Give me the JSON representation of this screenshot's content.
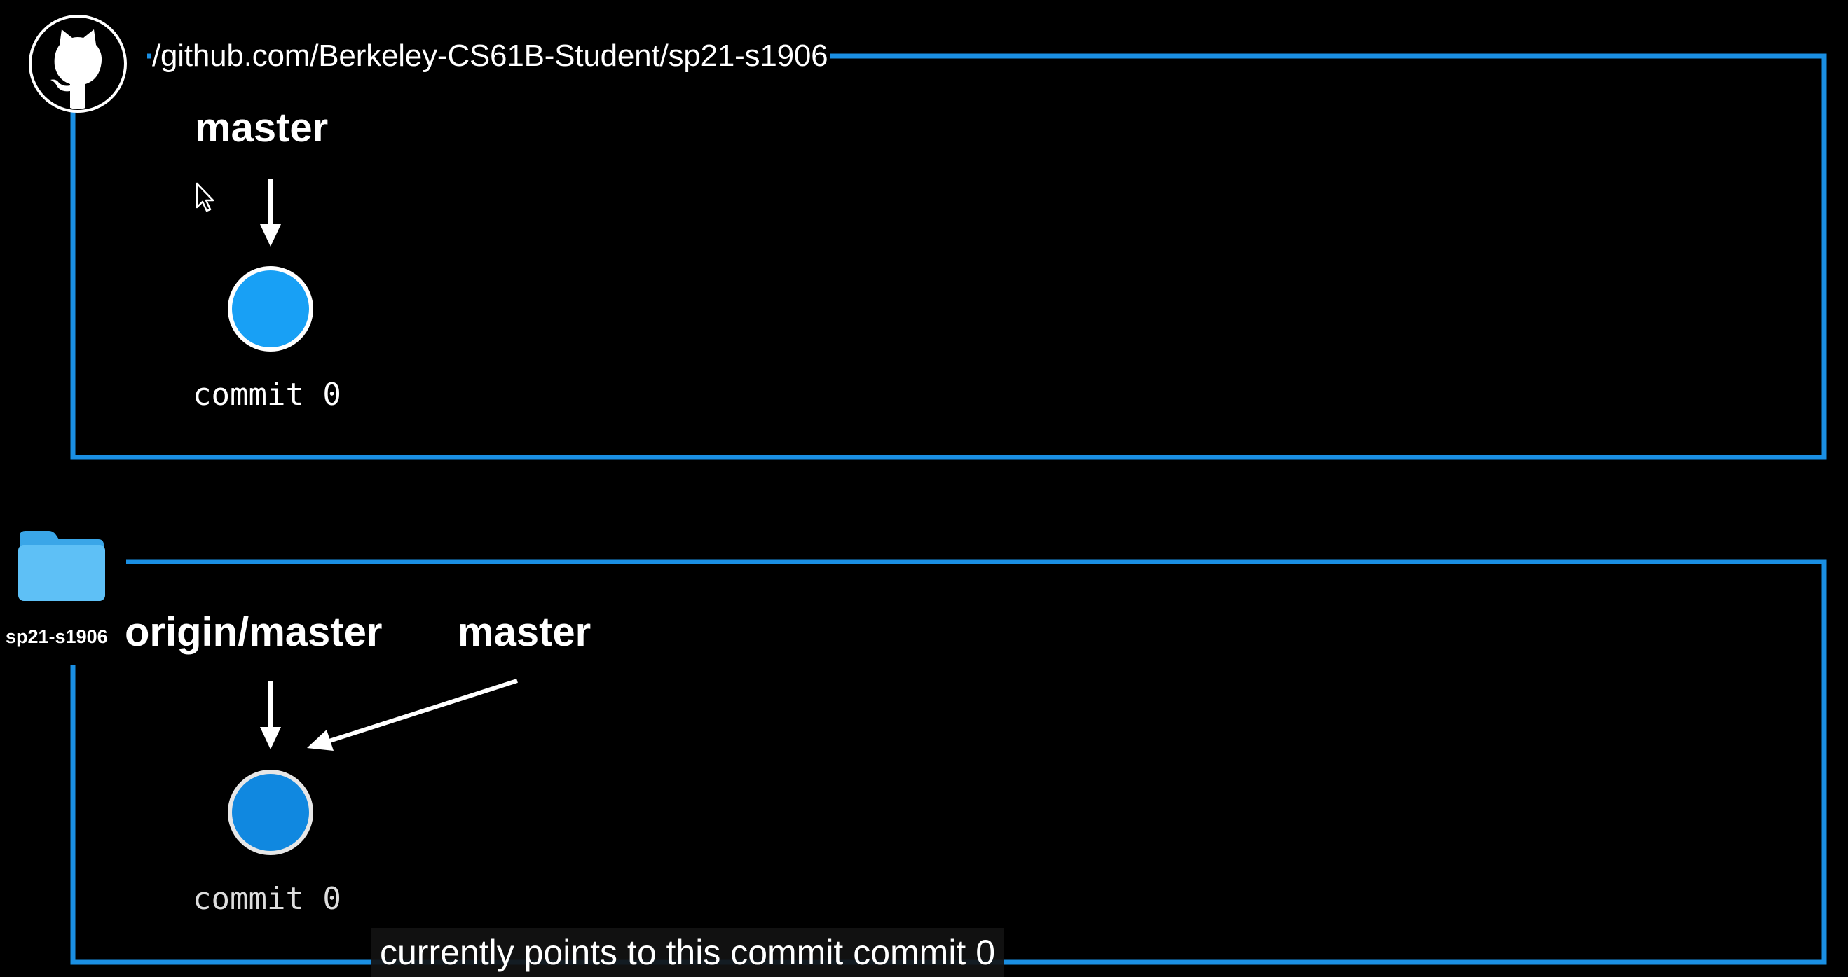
{
  "remote": {
    "url": "/github.com/Berkeley-CS61B-Student/sp21-s1906",
    "icon": "github-icon",
    "branch_label": "master",
    "commit_label": "commit 0"
  },
  "local": {
    "folder_icon": "folder-icon",
    "folder_name": "sp21-s1906",
    "origin_label": "origin/master",
    "branch_label": "master",
    "commit_label": "commit 0"
  },
  "caption": "currently points to this commit commit 0",
  "colors": {
    "frame_blue": "#1a8fe3",
    "commit_remote": "#18a0f5",
    "commit_local": "#1088e0",
    "folder": "#4cb6f2"
  }
}
